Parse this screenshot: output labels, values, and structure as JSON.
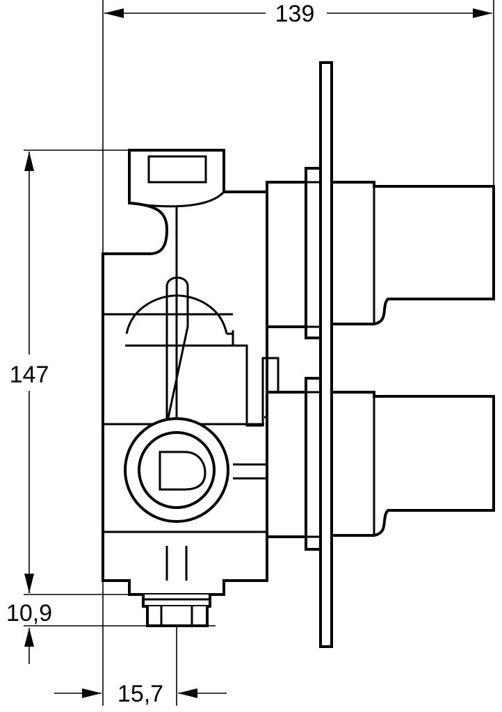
{
  "drawing": {
    "dimensions": {
      "overall_width": "139",
      "overall_height": "147",
      "bottom_offset": "10,9",
      "outlet_offset": "15,7"
    },
    "watermark": "drop-logo",
    "colors": {
      "line": "#000000",
      "background": "#ffffff",
      "watermark": "#d8dde6"
    }
  }
}
